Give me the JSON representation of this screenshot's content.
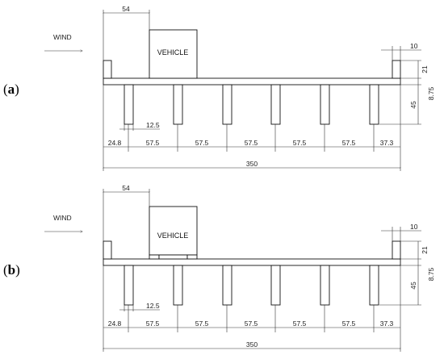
{
  "panels": [
    {
      "paren_open": "(",
      "label": "a",
      "paren_close": ")",
      "wind_label": "WIND",
      "vehicle_label": "VEHICLE",
      "dims": {
        "vehicle_offset": "54",
        "parapet_width": "10",
        "parapet_height": "21",
        "deck_thickness": "8.75",
        "girder_depth": "45",
        "girder_width": "12.5",
        "span_left": "24.8",
        "spacings": [
          "57.5",
          "57.5",
          "57.5",
          "57.5",
          "57.5"
        ],
        "span_right": "37.3",
        "total": "350"
      }
    },
    {
      "paren_open": "(",
      "label": "b",
      "paren_close": ")",
      "wind_label": "WIND",
      "vehicle_label": "VEHICLE",
      "dims": {
        "vehicle_offset": "54",
        "parapet_width": "10",
        "parapet_height": "21",
        "deck_thickness": "8.75",
        "girder_depth": "45",
        "girder_width": "12.5",
        "span_left": "24.8",
        "spacings": [
          "57.5",
          "57.5",
          "57.5",
          "57.5",
          "57.5"
        ],
        "span_right": "37.3",
        "total": "350"
      }
    }
  ]
}
